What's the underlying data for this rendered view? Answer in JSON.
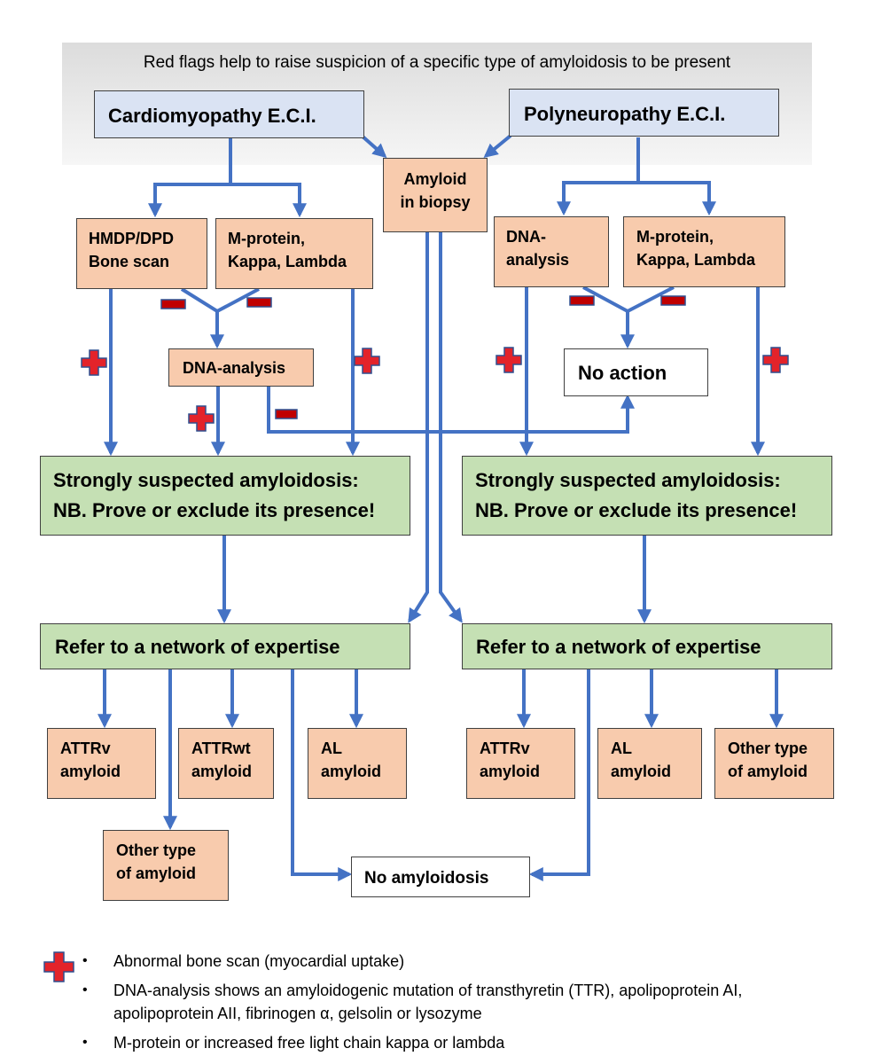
{
  "header": {
    "banner_text": "Red flags help to raise suspicion of a specific type of amyloidosis to be present"
  },
  "boxes": {
    "cardiomyopathy": "Cardiomyopathy E.C.I.",
    "polyneuropathy": "Polyneuropathy E.C.I.",
    "amyloid_biopsy_1": "Amyloid",
    "amyloid_biopsy_2": "in biopsy",
    "hmdp_1": "HMDP/DPD",
    "hmdp_2": "Bone scan",
    "mprotein_left_1": "M-protein,",
    "mprotein_left_2": "Kappa, Lambda",
    "dna_right_1": "DNA-",
    "dna_right_2": "analysis",
    "mprotein_right_1": "M-protein,",
    "mprotein_right_2": "Kappa, Lambda",
    "dna_analysis_mid": "DNA-analysis",
    "no_action": "No action",
    "suspected_left_1": "Strongly suspected amyloidosis:",
    "suspected_left_2": "NB. Prove or exclude its presence!",
    "suspected_right_1": "Strongly suspected amyloidosis:",
    "suspected_right_2": "NB. Prove or exclude its presence!",
    "refer_left": "Refer to a network of expertise",
    "refer_right": "Refer to a network of expertise",
    "attrv_left_1": "ATTRv",
    "attrv_left_2": "amyloid",
    "attrwt_1": "ATTRwt",
    "attrwt_2": "amyloid",
    "al_left_1": "AL",
    "al_left_2": "amyloid",
    "other_left_1": "Other type",
    "other_left_2": "of amyloid",
    "attrv_right_1": "ATTRv",
    "attrv_right_2": "amyloid",
    "al_right_1": "AL",
    "al_right_2": "amyloid",
    "other_right_1": "Other type",
    "other_right_2": "of amyloid",
    "no_amyloidosis": "No amyloidosis"
  },
  "legend": {
    "item1": "Abnormal bone scan (myocardial uptake)",
    "item2_line1": "DNA-analysis shows an amyloidogenic mutation of transthyretin (TTR), apolipoprotein AI,",
    "item2_line2": "apolipoprotein AII, fibrinogen α, gelsolin or lysozyme",
    "item3": "M-protein or increased free light chain kappa or lambda",
    "bullet": "•"
  },
  "colors": {
    "arrow": "#4472c4",
    "box_peach": "#f8cbad",
    "box_blue": "#dae3f3",
    "box_green": "#c5e0b4",
    "plus_sign": "#e3232a",
    "minus_sign": "#c00000"
  }
}
